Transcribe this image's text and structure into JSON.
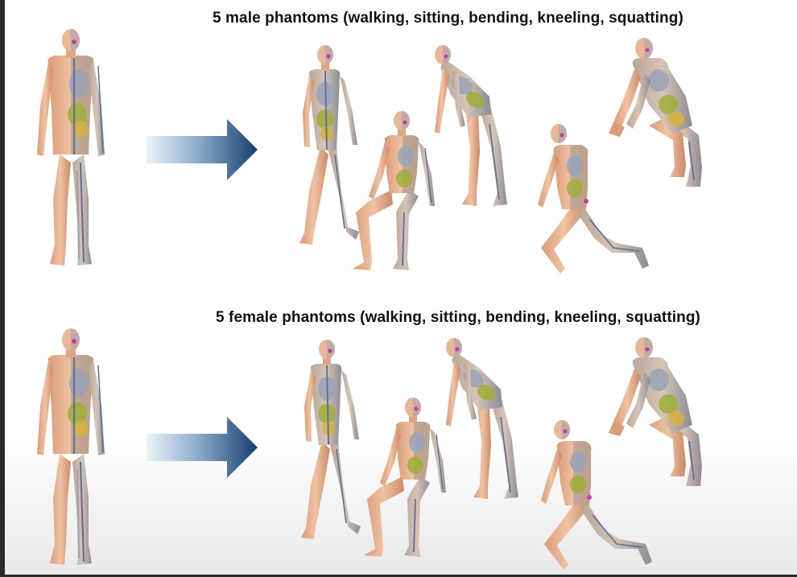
{
  "male_row": {
    "title": "5 male phantoms (walking, sitting, bending, kneeling, squatting)",
    "poses": [
      "walking",
      "sitting",
      "bending",
      "kneeling",
      "squatting"
    ]
  },
  "female_row": {
    "title": "5 female phantoms (walking, sitting, bending, kneeling, squatting)",
    "poses": [
      "walking",
      "sitting",
      "bending",
      "kneeling",
      "squatting"
    ]
  },
  "colors": {
    "skin": "#e9b391",
    "skin_shade": "#c98a66",
    "arrow_dark": "#1a4a7e",
    "arrow_light": "#e8eef5",
    "organ_green": "#9fae3a",
    "organ_yellow": "#d7b13c",
    "vessel_blue": "#5a6c9a",
    "bone_gray": "#9a9fae",
    "accent_magenta": "#c13ea7"
  }
}
